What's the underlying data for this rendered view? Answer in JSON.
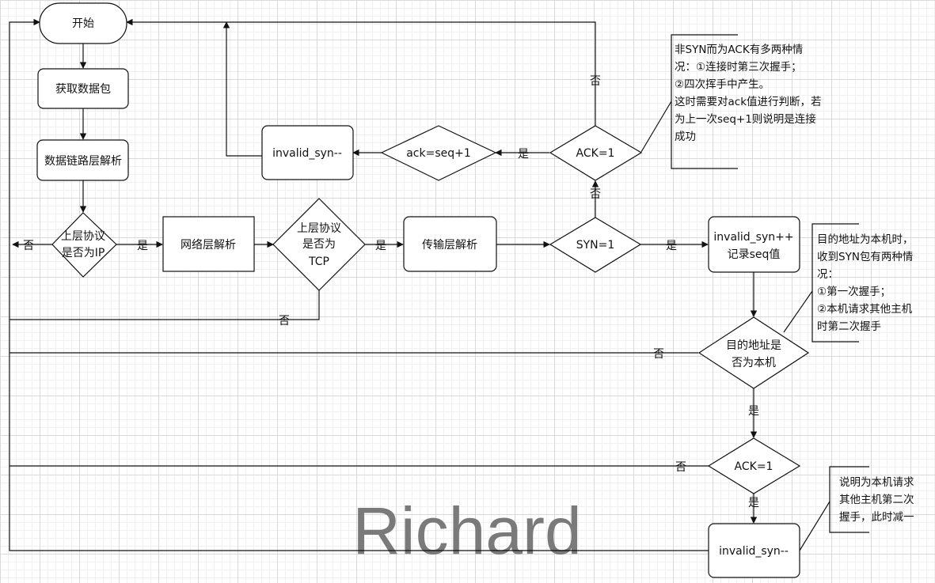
{
  "nodes": {
    "start": "开始",
    "get_packet": "获取数据包",
    "datalink": "数据链路层解析",
    "is_ip": [
      "上层协议",
      "是否为IP"
    ],
    "network": "网络层解析",
    "is_tcp": [
      "上层协议",
      "是否为",
      "TCP"
    ],
    "transport": "传输层解析",
    "syn": "SYN=1",
    "ack_top": "ACK=1",
    "ack_seq": "ack=seq+1",
    "invalid_dec_top": "invalid_syn--",
    "invalid_inc": [
      "invalid_syn++",
      "记录seq值"
    ],
    "is_local": [
      "目的地址是",
      "否为本机"
    ],
    "ack_bottom": "ACK=1",
    "invalid_dec_bottom": "invalid_syn--"
  },
  "labels": {
    "yes": "是",
    "no": "否"
  },
  "notes": {
    "ack_note": "非SYN而为ACK有多两种情\n况：①连接时第三次握手；\n②四次挥手中产生。\n这时需要对ack值进行判断，若\n为上一次seq+1则说明是连接\n成功",
    "local_note": "目的地址为本机时，\n收到SYN包有两种情\n况：\n①第一次握手；\n②本机请求其他主机\n时第二次握手",
    "second_note": "说明为本机请求\n其他主机第二次\n握手，此时减一"
  },
  "watermark": "Richard"
}
